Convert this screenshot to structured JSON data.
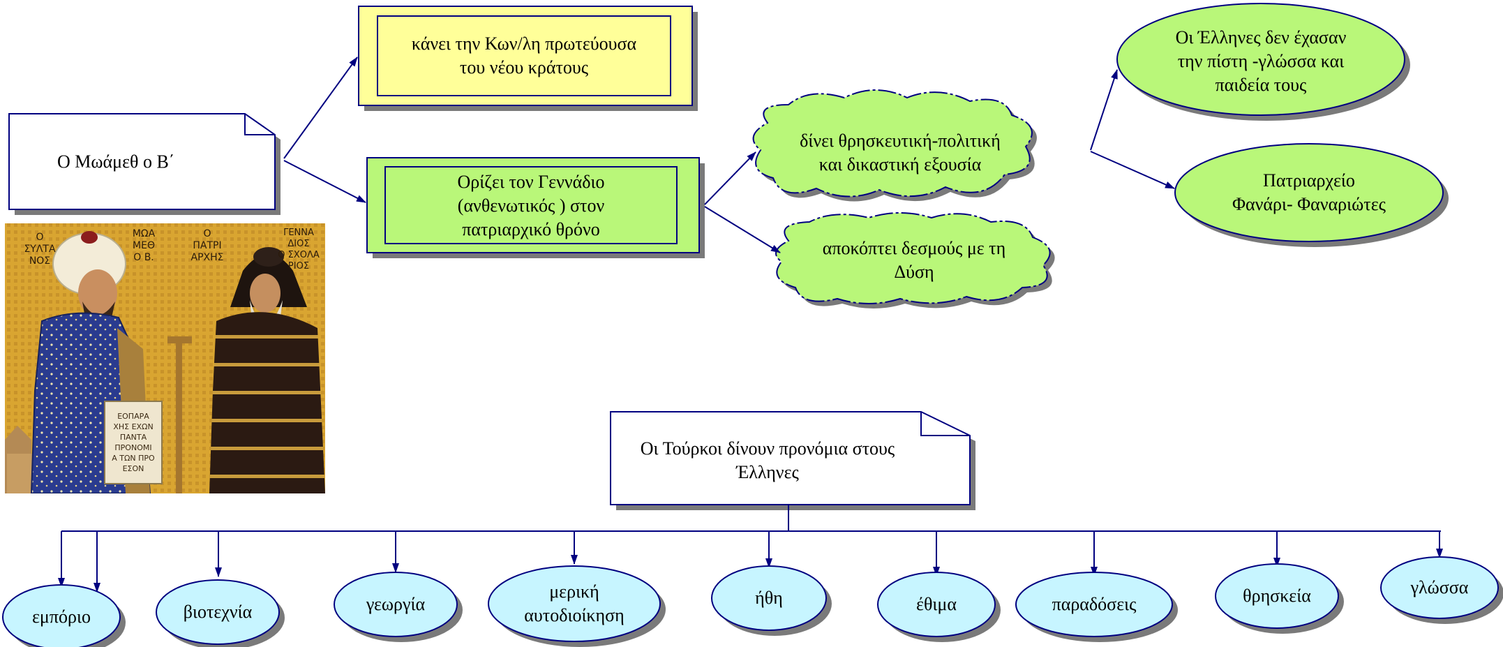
{
  "colors": {
    "line": "#000080",
    "yellow": "#ffff99",
    "green": "#b9f779",
    "cyan": "#c7f5ff",
    "shadow": "#7a7a7a"
  },
  "nodes": {
    "mehmet": "Ο Μωάμεθ ο Β΄",
    "capital": "κάνει την Κων/λη πρωτεύουσα\nτου νέου κράτους",
    "gennadios": "Ορίζει τον Γεννάδιο\n(ανθενωτικός ) στον\nπατριαρχικό θρόνο",
    "power": "δίνει θρησκευτική-πολιτική\nκαι δικαστική εξουσία",
    "cut_west": "αποκόπτει δεσμούς με τη\nΔύση",
    "kept_faith": "Οι Έλληνες δεν έχασαν\nτην πίστη -γλώσσα και\nπαιδεία τους",
    "patriarchate": "Πατριαρχείο\nΦανάρι- Φαναριώτες",
    "privileges": "Οι Τούρκοι δίνουν προνόμια στους\nΈλληνες"
  },
  "privileges_items": [
    "εμπόριο",
    "βιοτεχνία",
    "γεωργία",
    "μερική\nαυτοδιοίκηση",
    "ήθη",
    "έθιμα",
    "παραδόσεις",
    "θρησκεία",
    "γλώσσα"
  ],
  "mosaic": {
    "inscription_left": "Ο\nΣΥΛΤΑ\nΝΟΣ",
    "inscription_mid": "ΜΩΑ\nΜΕΘ\nΟ Β.",
    "inscription_patr": "Ο\nΠΑΤΡΙ\nΑΡΧΗΣ",
    "inscription_right": "ΓΕΝΝΑ\nΔΙΟΣ\nΟ ΣΧΟΛΑ\nΡΙΟΣ",
    "scroll_text": "ΕΟΠΑΡΑ\nΧΗΣ ΕΧΩΝ\nΠΑΝΤΑ\nΠΡΟΝΟΜΙ\nΑ ΤΩΝ ΠΡΟ\nΕΣΟΝ"
  }
}
